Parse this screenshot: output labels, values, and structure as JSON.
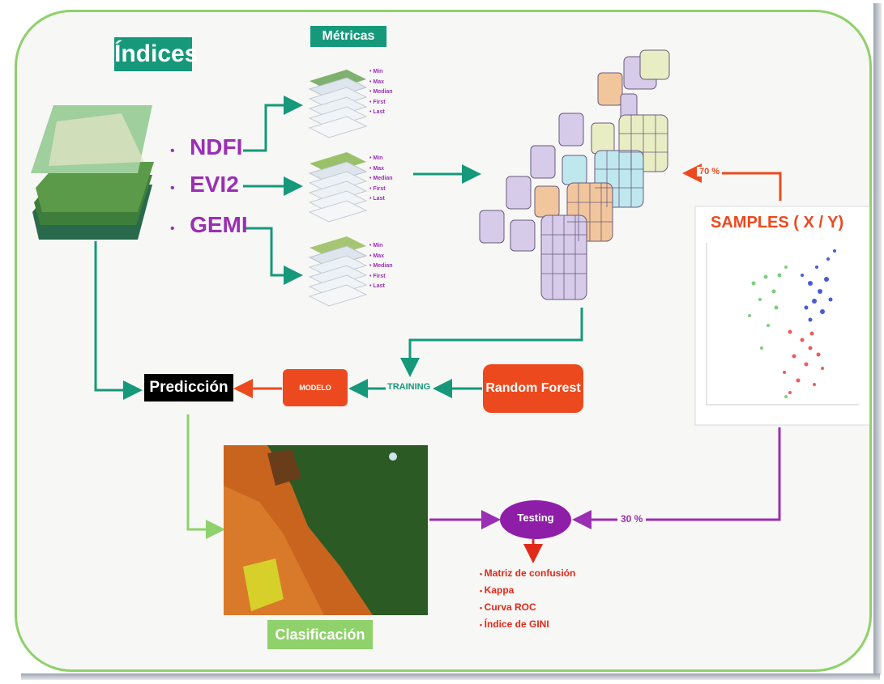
{
  "title_indices": "Índices",
  "title_metricas": "Métricas",
  "indices": [
    "NDFI",
    "EVI2",
    "GEMI"
  ],
  "metric_items": [
    "Min",
    "Max",
    "Median",
    "First",
    "Last"
  ],
  "samples_title": "SAMPLES ( X / Y)",
  "split_train": "70 %",
  "split_test": "30 %",
  "random_forest": "Random Forest",
  "training": "TRAINING",
  "modelo": "MODELO",
  "prediccion": "Predicción",
  "clasificacion": "Clasificación",
  "testing": "Testing",
  "results": [
    "Matriz de confusión",
    "Kappa",
    "Curva ROC",
    "Índice de GINI"
  ],
  "colors": {
    "teal": "#15997a",
    "purple": "#9a2fb3",
    "red_orange": "#ec4a1e",
    "light_green": "#8fd16a",
    "black": "#000000"
  }
}
